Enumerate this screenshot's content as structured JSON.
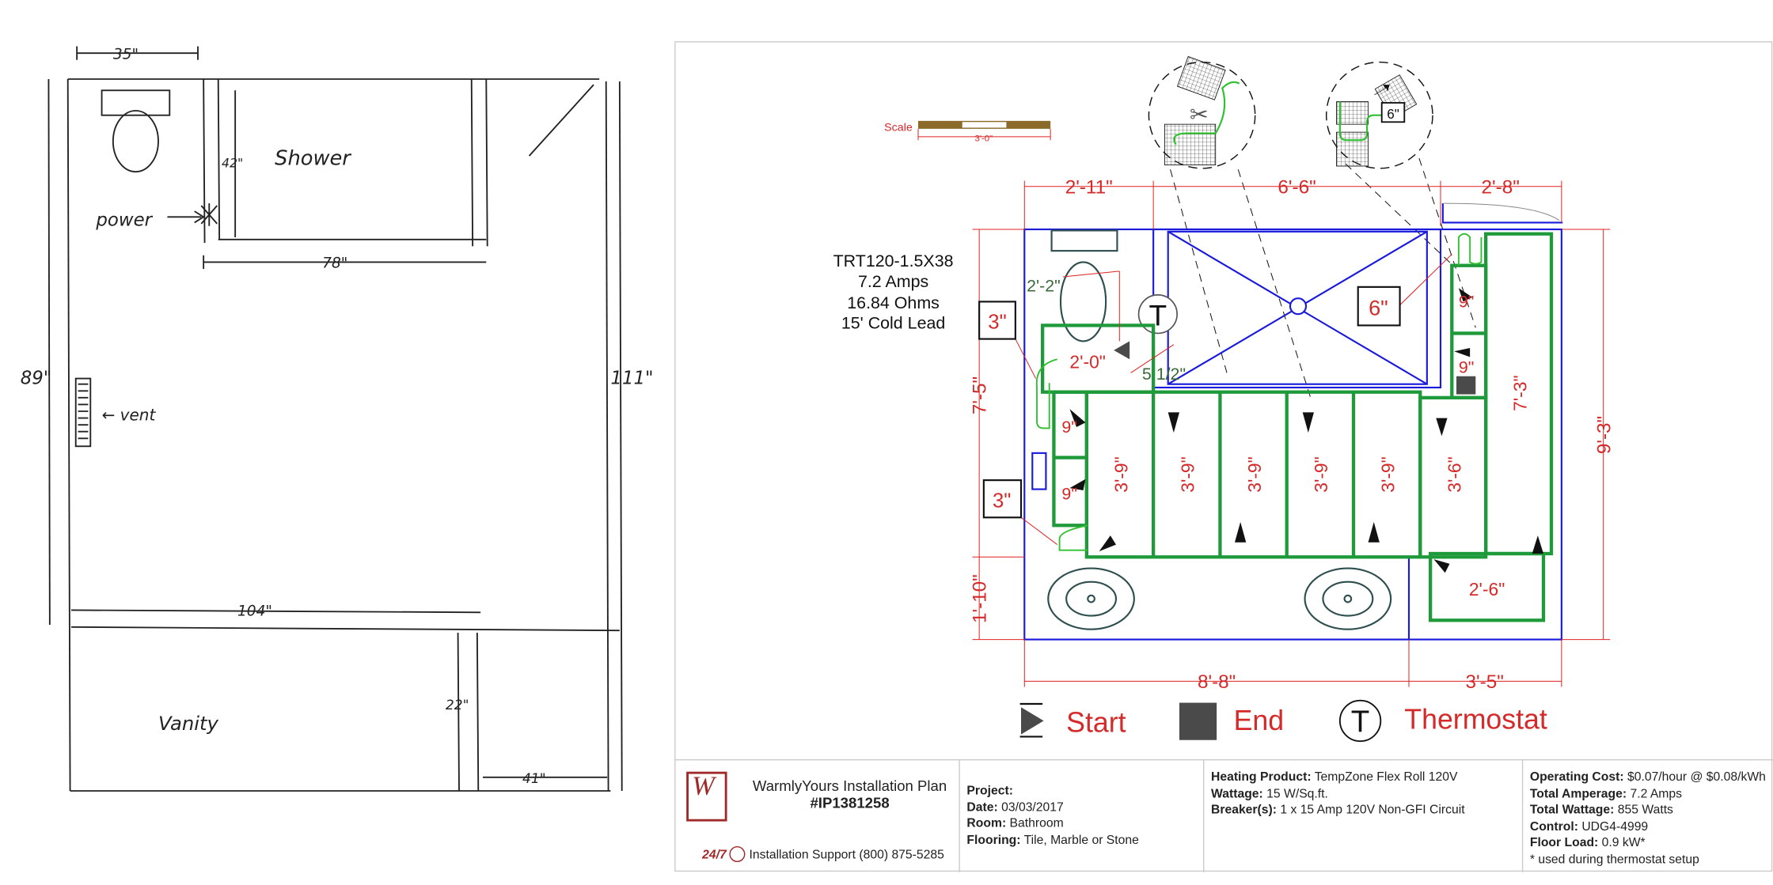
{
  "sketch": {
    "dim_top": "35\"",
    "dim_shower_depth": "42\"",
    "shower_label": "Shower",
    "power_label": "power",
    "dim_shower_width": "78\"",
    "dim_left": "89\"",
    "vent_label": "← vent",
    "dim_right": "111\"",
    "dim_vanity_width": "104\"",
    "dim_vanity_depth": "22\"",
    "dim_bottom_right": "41\"",
    "vanity_label": "Vanity"
  },
  "plan": {
    "scale_label": "Scale",
    "scale_value": "3'-0\"",
    "heater_spec": [
      "TRT120-1.5X38",
      "7.2 Amps",
      "16.84 Ohms",
      "15' Cold Lead"
    ],
    "dims": {
      "top_left": "2'-11\"",
      "top_mid": "6'-6\"",
      "top_right": "2'-8\"",
      "left_upper": "7'-5\"",
      "left_lower": "1'-10\"",
      "right": "9'-3\"",
      "bottom_left": "8'-8\"",
      "bottom_right": "3'-5\""
    },
    "callouts": {
      "gap_a": "3\"",
      "gap_b": "3\"",
      "gap_c": "6\"",
      "detail_gap": "6\""
    },
    "toilet_clearance": "2'-2\"",
    "thermostat_offset": "5 1/2\"",
    "mat_labels": {
      "top_left": "2'-0\"",
      "small_1": "9\"",
      "small_2": "9\"",
      "runs": [
        "3'-9\"",
        "3'-9\"",
        "3'-9\"",
        "3'-9\"",
        "3'-9\""
      ],
      "right_run": "3'-6\"",
      "tall": "7'-3\"",
      "right_small_1": "9\"",
      "right_small_2": "9\"",
      "bottom_right": "2'-6\""
    },
    "thermostat_glyph": "T",
    "colors": {
      "walls": "#1a1adb",
      "mats": "#1f9a3a",
      "dims": "#e02020",
      "fixtures": "#2f4f4f"
    }
  },
  "legend": {
    "start": "Start",
    "end": "End",
    "thermostat": "Thermostat",
    "thermostat_glyph": "T"
  },
  "info": {
    "brand_title": "WarmlyYours Installation Plan",
    "plan_number": "#IP1381258",
    "support_badge": "24/7",
    "support": "Installation Support (800) 875-5285",
    "project": {
      "label": "Project:",
      "value": ""
    },
    "date": {
      "label": "Date:",
      "value": "03/03/2017"
    },
    "room": {
      "label": "Room:",
      "value": "Bathroom"
    },
    "flooring": {
      "label": "Flooring:",
      "value": "Tile, Marble or Stone"
    },
    "heating_product": {
      "label": "Heating Product:",
      "value": "TempZone Flex Roll 120V"
    },
    "wattage": {
      "label": "Wattage:",
      "value": "15 W/Sq.ft."
    },
    "breakers": {
      "label": "Breaker(s):",
      "value": "1 x 15 Amp 120V Non-GFI Circuit"
    },
    "operating_cost": {
      "label": "Operating Cost:",
      "value": "$0.07/hour @ $0.08/kWh"
    },
    "total_amperage": {
      "label": "Total Amperage:",
      "value": "7.2 Amps"
    },
    "total_wattage": {
      "label": "Total Wattage:",
      "value": "855 Watts"
    },
    "control": {
      "label": "Control:",
      "value": "UDG4-4999"
    },
    "floor_load": {
      "label": "Floor Load:",
      "value": "0.9 kW*"
    },
    "footnote": "* used during thermostat setup"
  }
}
